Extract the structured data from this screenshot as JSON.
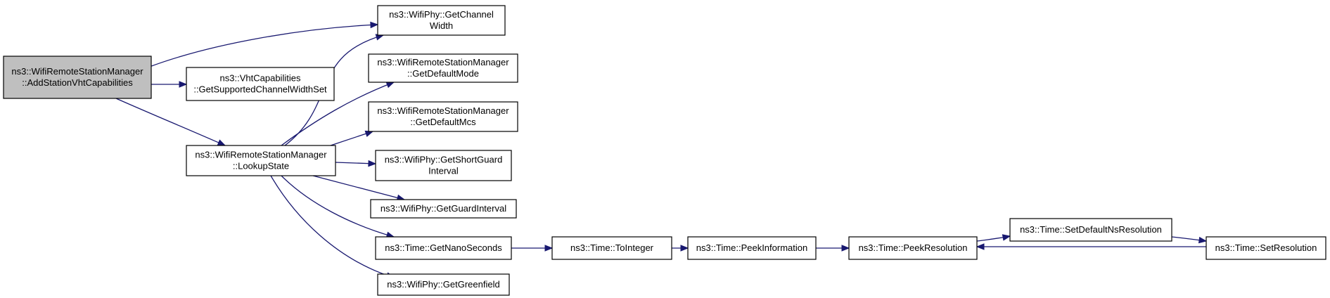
{
  "colors": {
    "edge": "#191970",
    "node_fill": "#ffffff",
    "root_fill": "#bfbfbf",
    "border": "#000000"
  },
  "nodes": [
    {
      "id": "root",
      "lines": [
        "ns3::WifiRemoteStationManager",
        "::AddStationVhtCapabilities"
      ],
      "root": true
    },
    {
      "id": "chwidth",
      "lines": [
        "ns3::WifiPhy::GetChannel",
        "Width"
      ]
    },
    {
      "id": "vhtcap",
      "lines": [
        "ns3::VhtCapabilities",
        "::GetSupportedChannelWidthSet"
      ]
    },
    {
      "id": "lookup",
      "lines": [
        "ns3::WifiRemoteStationManager",
        "::LookupState"
      ]
    },
    {
      "id": "defmode",
      "lines": [
        "ns3::WifiRemoteStationManager",
        "::GetDefaultMode"
      ]
    },
    {
      "id": "defmcs",
      "lines": [
        "ns3::WifiRemoteStationManager",
        "::GetDefaultMcs"
      ]
    },
    {
      "id": "shortgi",
      "lines": [
        "ns3::WifiPhy::GetShortGuard",
        "Interval"
      ]
    },
    {
      "id": "gi",
      "lines": [
        "ns3::WifiPhy::GetGuardInterval"
      ]
    },
    {
      "id": "nanosec",
      "lines": [
        "ns3::Time::GetNanoSeconds"
      ]
    },
    {
      "id": "green",
      "lines": [
        "ns3::WifiPhy::GetGreenfield"
      ]
    },
    {
      "id": "tointeger",
      "lines": [
        "ns3::Time::ToInteger"
      ]
    },
    {
      "id": "peekinfo",
      "lines": [
        "ns3::Time::PeekInformation"
      ]
    },
    {
      "id": "peekres",
      "lines": [
        "ns3::Time::PeekResolution"
      ]
    },
    {
      "id": "setdefns",
      "lines": [
        "ns3::Time::SetDefaultNsResolution"
      ]
    },
    {
      "id": "setres",
      "lines": [
        "ns3::Time::SetResolution"
      ]
    }
  ],
  "edges": [
    {
      "from": "root",
      "to": "chwidth"
    },
    {
      "from": "root",
      "to": "vhtcap"
    },
    {
      "from": "root",
      "to": "lookup"
    },
    {
      "from": "lookup",
      "to": "chwidth"
    },
    {
      "from": "lookup",
      "to": "defmode"
    },
    {
      "from": "lookup",
      "to": "defmcs"
    },
    {
      "from": "lookup",
      "to": "shortgi"
    },
    {
      "from": "lookup",
      "to": "gi"
    },
    {
      "from": "lookup",
      "to": "nanosec"
    },
    {
      "from": "lookup",
      "to": "green"
    },
    {
      "from": "nanosec",
      "to": "tointeger"
    },
    {
      "from": "tointeger",
      "to": "peekinfo"
    },
    {
      "from": "peekinfo",
      "to": "peekres"
    },
    {
      "from": "peekres",
      "to": "setdefns"
    },
    {
      "from": "setdefns",
      "to": "setres"
    },
    {
      "from": "setres",
      "to": "peekres"
    }
  ]
}
